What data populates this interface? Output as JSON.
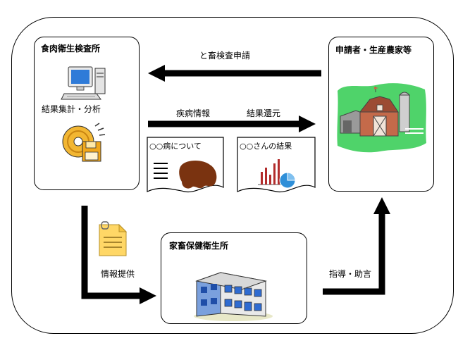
{
  "meat_lab": {
    "title": "食肉衛生検査所",
    "summary_label": "結果集計・分析"
  },
  "farm": {
    "title": "申請者・生産農家等"
  },
  "livestock_center": {
    "title": "家畜保健衛生所"
  },
  "arrows": {
    "request": "と畜検査申請",
    "disease_info": "疾病情報",
    "result_return": "結果還元",
    "info_provide": "情報提供",
    "guidance": "指導・助言"
  },
  "documents": {
    "disease_doc": "○○病について",
    "result_doc": "○○さんの結果"
  },
  "icons": [
    "computer-icon",
    "disc-icon",
    "farm-icon",
    "memo-icon",
    "building-icon",
    "organ-icon",
    "bar-chart-icon"
  ],
  "colors": {
    "farm_bg": "#4fd36a",
    "barn": "#c46a4a",
    "building": "#2f6bd1",
    "disc": "#e8a31a",
    "organ": "#7a3310"
  }
}
